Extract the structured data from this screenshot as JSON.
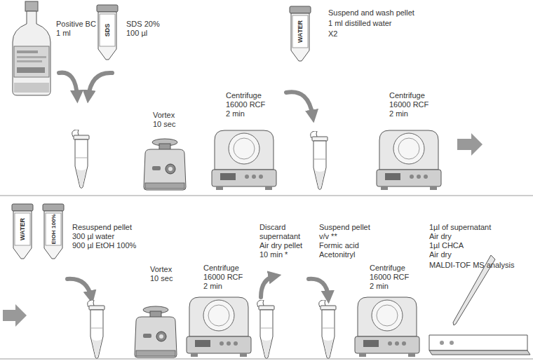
{
  "diagram": {
    "nodes": [
      {
        "text": [
          "SDS"
        ]
      },
      {
        "text": [
          "WATER"
        ]
      },
      {
        "text": [
          "WATER"
        ]
      },
      {
        "text": [
          "EtOH 100%"
        ]
      }
    ],
    "labels": [
      "Positive BC",
      "1 ml",
      "SDS 20%",
      "100 µl",
      "Vortex",
      "10 sec",
      "Centrifuge",
      "16000 RCF",
      "2 min",
      "Suspend and wash pellet",
      "1 ml distilled water",
      "X2",
      "Centrifuge",
      "16000 RCF",
      "2 min",
      "Resuspend pellet",
      "300 µl water",
      "900 µl EtOH 100%",
      "Vortex",
      "10 sec",
      "Centrifuge",
      "16000 RCF",
      "2 min",
      "Discard",
      "supernatant",
      "Air dry pellet",
      "10 min *",
      "Suspend pellet",
      "v/v **",
      "Formic acid",
      "Acetonitryl",
      "Centrifuge",
      "16000 RCF",
      "2 min",
      "1µl of supernatant",
      "Air dry",
      "1µl CHCA",
      "Air dry",
      "MALDI-TOF MS analysis"
    ]
  }
}
